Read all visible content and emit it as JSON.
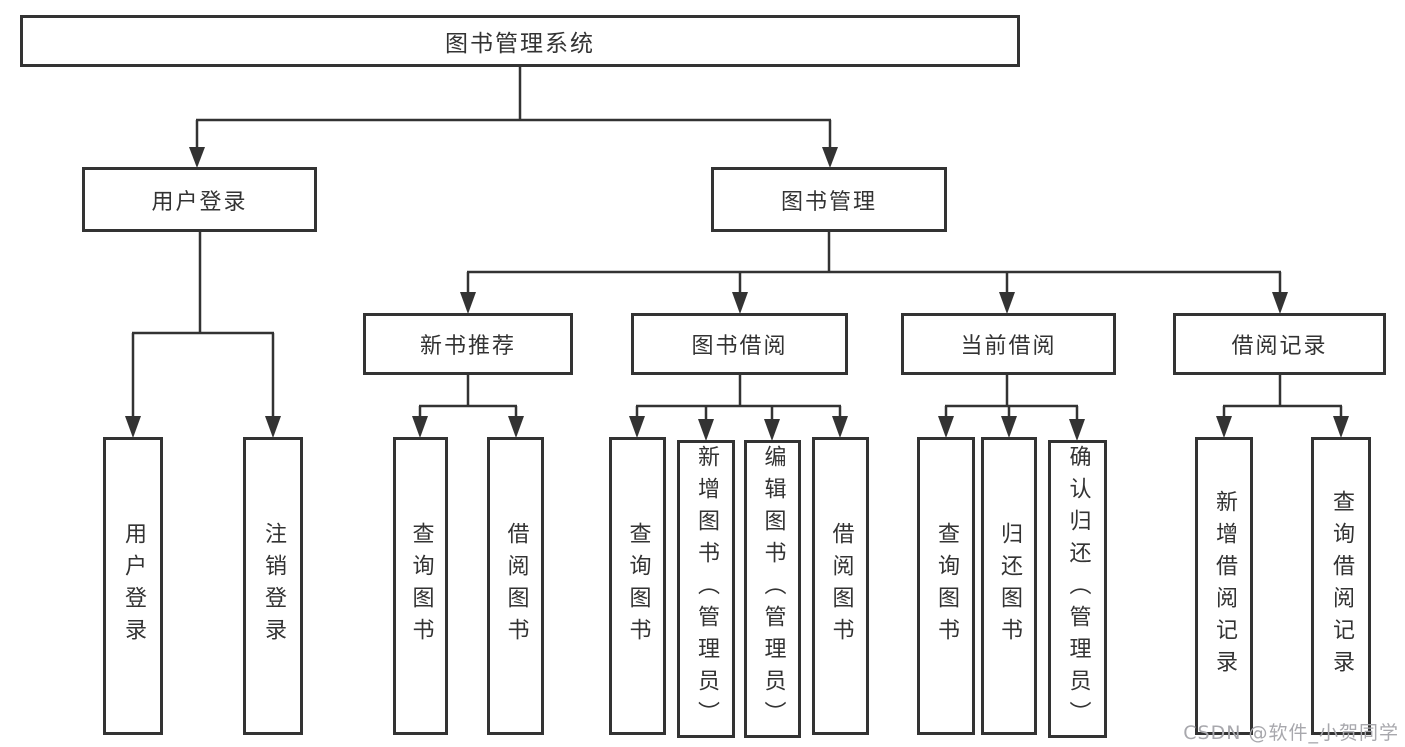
{
  "diagram": {
    "root": {
      "label": "图书管理系统"
    },
    "user_login": {
      "label": "用户登录",
      "children": {
        "login": {
          "label": "用户登录"
        },
        "logout": {
          "label": "注销登录"
        }
      }
    },
    "book_mgmt": {
      "label": "图书管理",
      "children": {
        "new_books": {
          "label": "新书推荐",
          "children": {
            "query_books": {
              "label": "查询图书"
            },
            "borrow_books": {
              "label": "借阅图书"
            }
          }
        },
        "borrowing": {
          "label": "图书借阅",
          "children": {
            "query_books": {
              "label": "查询图书"
            },
            "add_books": {
              "label": "新增图书（管理员）"
            },
            "edit_books": {
              "label": "编辑图书（管理员）"
            },
            "borrow_books": {
              "label": "借阅图书"
            }
          }
        },
        "current": {
          "label": "当前借阅",
          "children": {
            "query_books": {
              "label": "查询图书"
            },
            "return_books": {
              "label": "归还图书"
            },
            "confirm_return": {
              "label": "确认归还（管理员）"
            }
          }
        },
        "records": {
          "label": "借阅记录",
          "children": {
            "add_record": {
              "label": "新增借阅记录"
            },
            "query_record": {
              "label": "查询借阅记录"
            }
          }
        }
      }
    }
  },
  "watermark": {
    "text": "CSDN @软件_小贺同学"
  },
  "colors": {
    "line": "#333333",
    "text": "#333333",
    "box_background": "#ffffff",
    "watermark": "#a8a8ad",
    "background": "#ffffff"
  }
}
